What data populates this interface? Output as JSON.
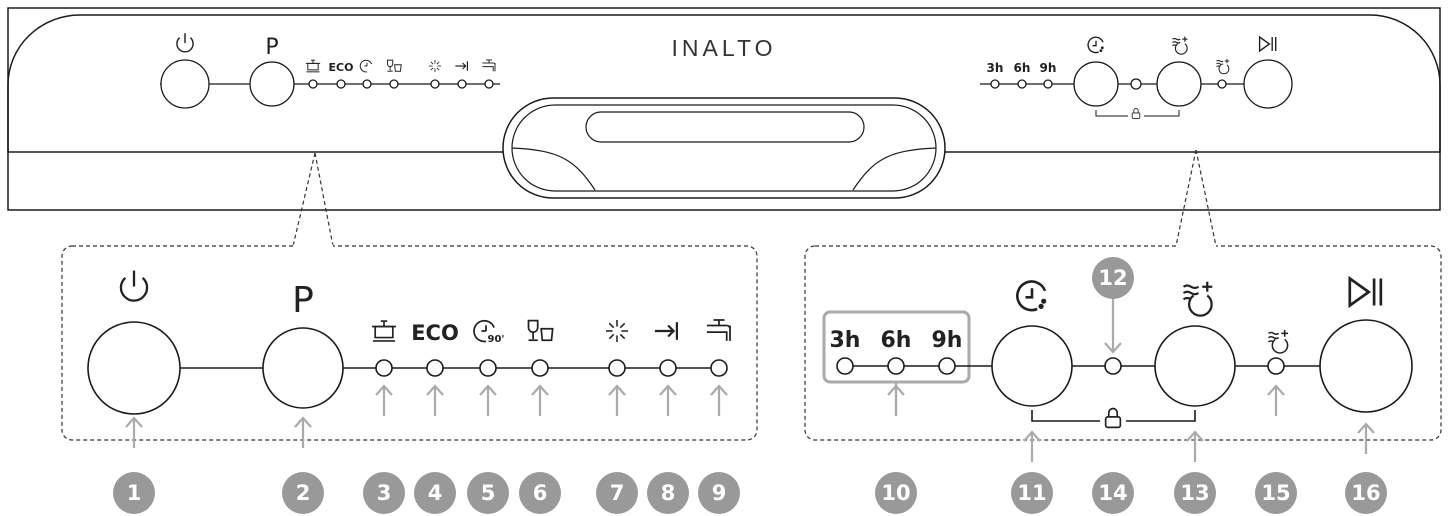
{
  "brand": "INALTO",
  "labels": {
    "program": "P",
    "eco": "ECO",
    "t3": "3h",
    "t6": "6h",
    "t9": "9h",
    "glyph_90": "90'"
  },
  "callouts": [
    "1",
    "2",
    "3",
    "4",
    "5",
    "6",
    "7",
    "8",
    "9",
    "10",
    "11",
    "12",
    "13",
    "14",
    "15",
    "16"
  ],
  "icons": {
    "power": "power-icon",
    "pots": "pot-icon",
    "eco": "eco-label",
    "quick90": "clock-90-icon",
    "glass": "glass-icon",
    "rinse_aid": "sparkle-icon",
    "salt": "arrow-bar-icon",
    "tap": "tap-icon",
    "delay": "clock-icon",
    "extra_dry": "extra-dry-icon",
    "start_pause": "play-pause-icon",
    "child_lock": "lock-icon"
  },
  "colors": {
    "line": "#1a1a1a",
    "dashed": "#333333",
    "callout": "#999999",
    "arrow": "#aaaaaa",
    "group_box": "#aaaaaa"
  }
}
